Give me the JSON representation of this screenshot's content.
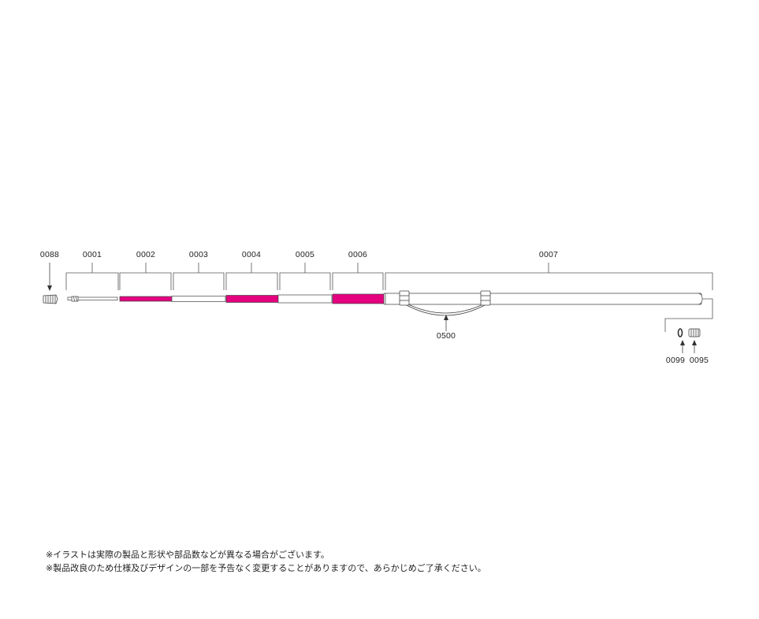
{
  "parts": {
    "p0088": "0088",
    "p0001": "0001",
    "p0002": "0002",
    "p0003": "0003",
    "p0004": "0004",
    "p0005": "0005",
    "p0006": "0006",
    "p0007": "0007",
    "p0500": "0500",
    "p0099": "0099",
    "p0095": "0095"
  },
  "colors": {
    "accent": "#e4007f",
    "line": "#444444"
  },
  "notes": {
    "line1": "※イラストは実際の製品と形状や部品数などが異なる場合がございます。",
    "line2": "※製品改良のため仕様及びデザインの一部を予告なく変更することがありますので、あらかじめご了承ください。"
  }
}
